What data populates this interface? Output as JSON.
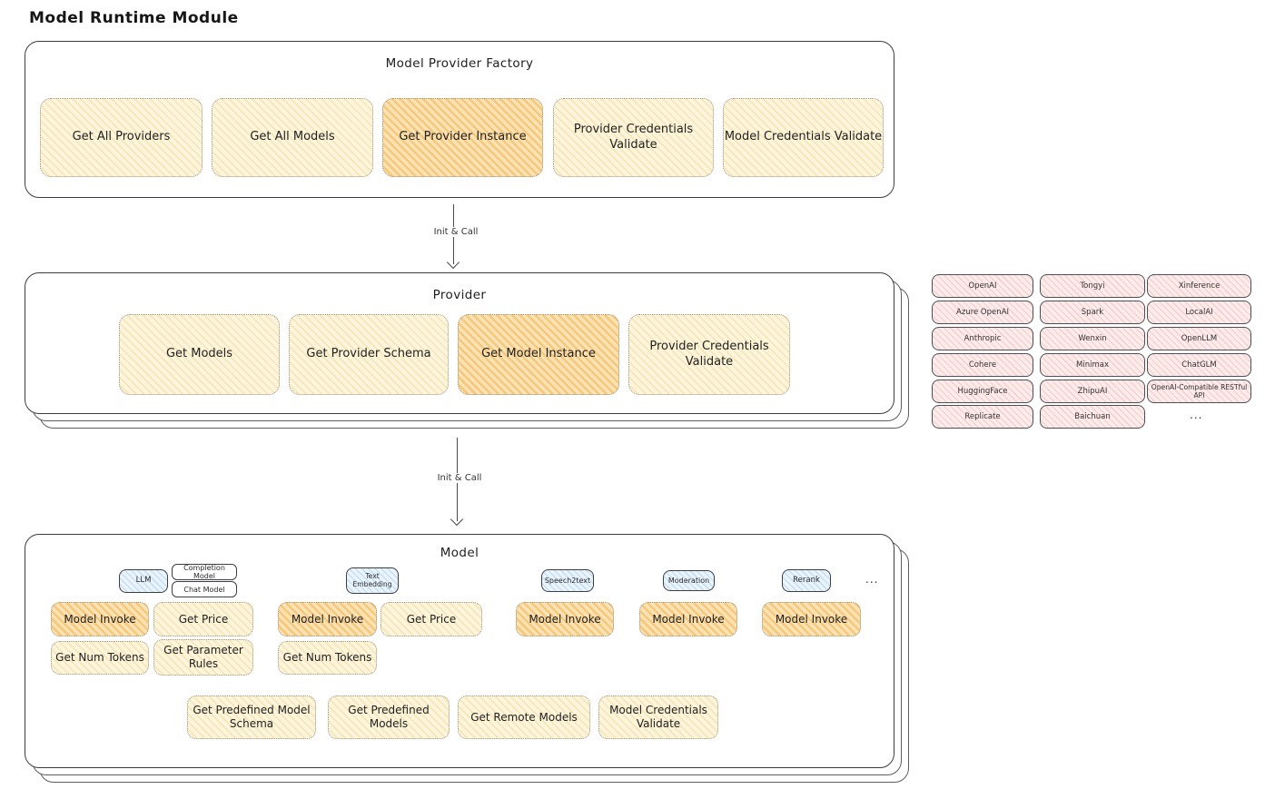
{
  "title": "Model Runtime Module",
  "colors": {
    "button_fill": "#fdf6dc",
    "highlight_fill": "#fbe3b3",
    "provider_pill_fill": "#fdecec",
    "tag_fill": "#eaf4fc",
    "outline": "#3a3d42"
  },
  "arrows": {
    "factory_to_provider": "Init & Call",
    "provider_to_model": "Init & Call"
  },
  "factory": {
    "title": "Model Provider Factory",
    "buttons": [
      {
        "label": "Get All Providers",
        "highlighted": false
      },
      {
        "label": "Get All Models",
        "highlighted": false
      },
      {
        "label": "Get Provider Instance",
        "highlighted": true
      },
      {
        "label": "Provider Credentials Validate",
        "highlighted": false
      },
      {
        "label": "Model Credentials Validate",
        "highlighted": false
      }
    ]
  },
  "provider": {
    "title": "Provider",
    "buttons": [
      {
        "label": "Get Models",
        "highlighted": false
      },
      {
        "label": "Get Provider Schema",
        "highlighted": false
      },
      {
        "label": "Get Model Instance",
        "highlighted": true
      },
      {
        "label": "Provider Credentials Validate",
        "highlighted": false
      }
    ]
  },
  "provider_list": {
    "columns": [
      [
        "OpenAI",
        "Azure OpenAI",
        "Anthropic",
        "Cohere",
        "HuggingFace",
        "Replicate"
      ],
      [
        "Tongyi",
        "Spark",
        "Wenxin",
        "Minimax",
        "ZhipuAI",
        "Baichuan"
      ],
      [
        "Xinference",
        "LocalAI",
        "OpenLLM",
        "ChatGLM",
        "OpenAI-Compatible RESTful API"
      ]
    ],
    "more": "..."
  },
  "model": {
    "title": "Model",
    "tags": [
      {
        "label": "LLM",
        "variant": "blue"
      },
      {
        "label": "Completion Model",
        "variant": "white"
      },
      {
        "label": "Chat Model",
        "variant": "white"
      },
      {
        "label": "Text Embedding",
        "variant": "blue"
      },
      {
        "label": "Speech2text",
        "variant": "blue"
      },
      {
        "label": "Moderation",
        "variant": "blue"
      },
      {
        "label": "Rerank",
        "variant": "blue"
      }
    ],
    "tags_more": "...",
    "groups": [
      {
        "type": "LLM",
        "ops_row1": [
          "Model Invoke",
          "Get Price"
        ],
        "ops_row2": [
          "Get Num Tokens",
          "Get Parameter Rules"
        ]
      },
      {
        "type": "Text Embedding",
        "ops_row1": [
          "Model Invoke",
          "Get Price"
        ],
        "ops_row2": [
          "Get Num Tokens"
        ]
      },
      {
        "type": "Speech2text",
        "ops_row1": [
          "Model Invoke"
        ],
        "ops_row2": []
      },
      {
        "type": "Moderation",
        "ops_row1": [
          "Model Invoke"
        ],
        "ops_row2": []
      },
      {
        "type": "Rerank",
        "ops_row1": [
          "Model Invoke"
        ],
        "ops_row2": []
      }
    ],
    "bottom_ops": [
      "Get Predefined Model Schema",
      "Get Predefined Models",
      "Get Remote Models",
      "Model Credentials Validate"
    ]
  }
}
